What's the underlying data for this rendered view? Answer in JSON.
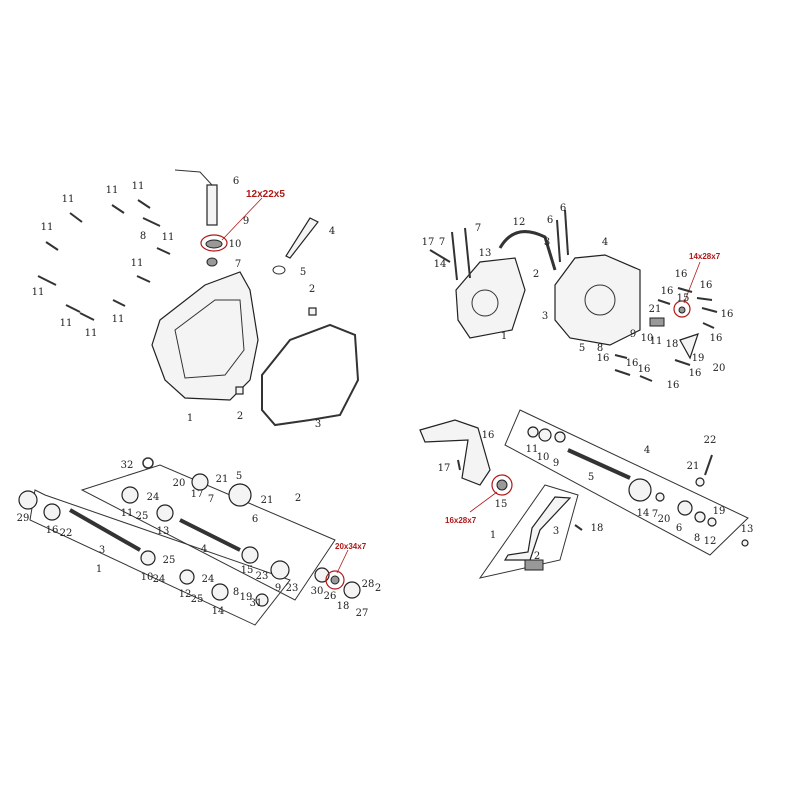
{
  "colors": {
    "highlight": "#b01818",
    "line": "#222222",
    "background": "#ffffff"
  },
  "panels": {
    "clutch_cover": {
      "highlight_size": "12x22x5",
      "labels": [
        "6",
        "11",
        "11",
        "11",
        "11",
        "8",
        "11",
        "9",
        "10",
        "4",
        "7",
        "5",
        "11",
        "11",
        "2",
        "11",
        "11",
        "11",
        "1",
        "2",
        "3"
      ]
    },
    "crankcase": {
      "highlight_size": "14x28x7",
      "labels": [
        "6",
        "6",
        "7",
        "12",
        "17",
        "7",
        "3",
        "4",
        "13",
        "14",
        "2",
        "16",
        "16",
        "16",
        "15",
        "21",
        "16",
        "3",
        "1",
        "10",
        "9",
        "11",
        "18",
        "16",
        "8",
        "5",
        "19",
        "16",
        "20",
        "16",
        "16",
        "16",
        "16"
      ]
    },
    "transmission": {
      "highlight_size": "20x34x7",
      "labels": [
        "32",
        "20",
        "5",
        "21",
        "2",
        "17",
        "7",
        "21",
        "24",
        "11",
        "25",
        "29",
        "6",
        "16",
        "22",
        "13",
        "3",
        "4",
        "1",
        "25",
        "10",
        "24",
        "15",
        "23",
        "24",
        "12",
        "25",
        "9",
        "23",
        "30",
        "28",
        "2",
        "26",
        "8",
        "19",
        "31",
        "18",
        "14",
        "27"
      ]
    },
    "kickstarter": {
      "highlight_size": "16x28x7",
      "labels": [
        "16",
        "4",
        "22",
        "11",
        "10",
        "9",
        "17",
        "21",
        "5",
        "15",
        "14",
        "7",
        "20",
        "19",
        "6",
        "18",
        "3",
        "1",
        "13",
        "8",
        "12",
        "2"
      ]
    }
  }
}
